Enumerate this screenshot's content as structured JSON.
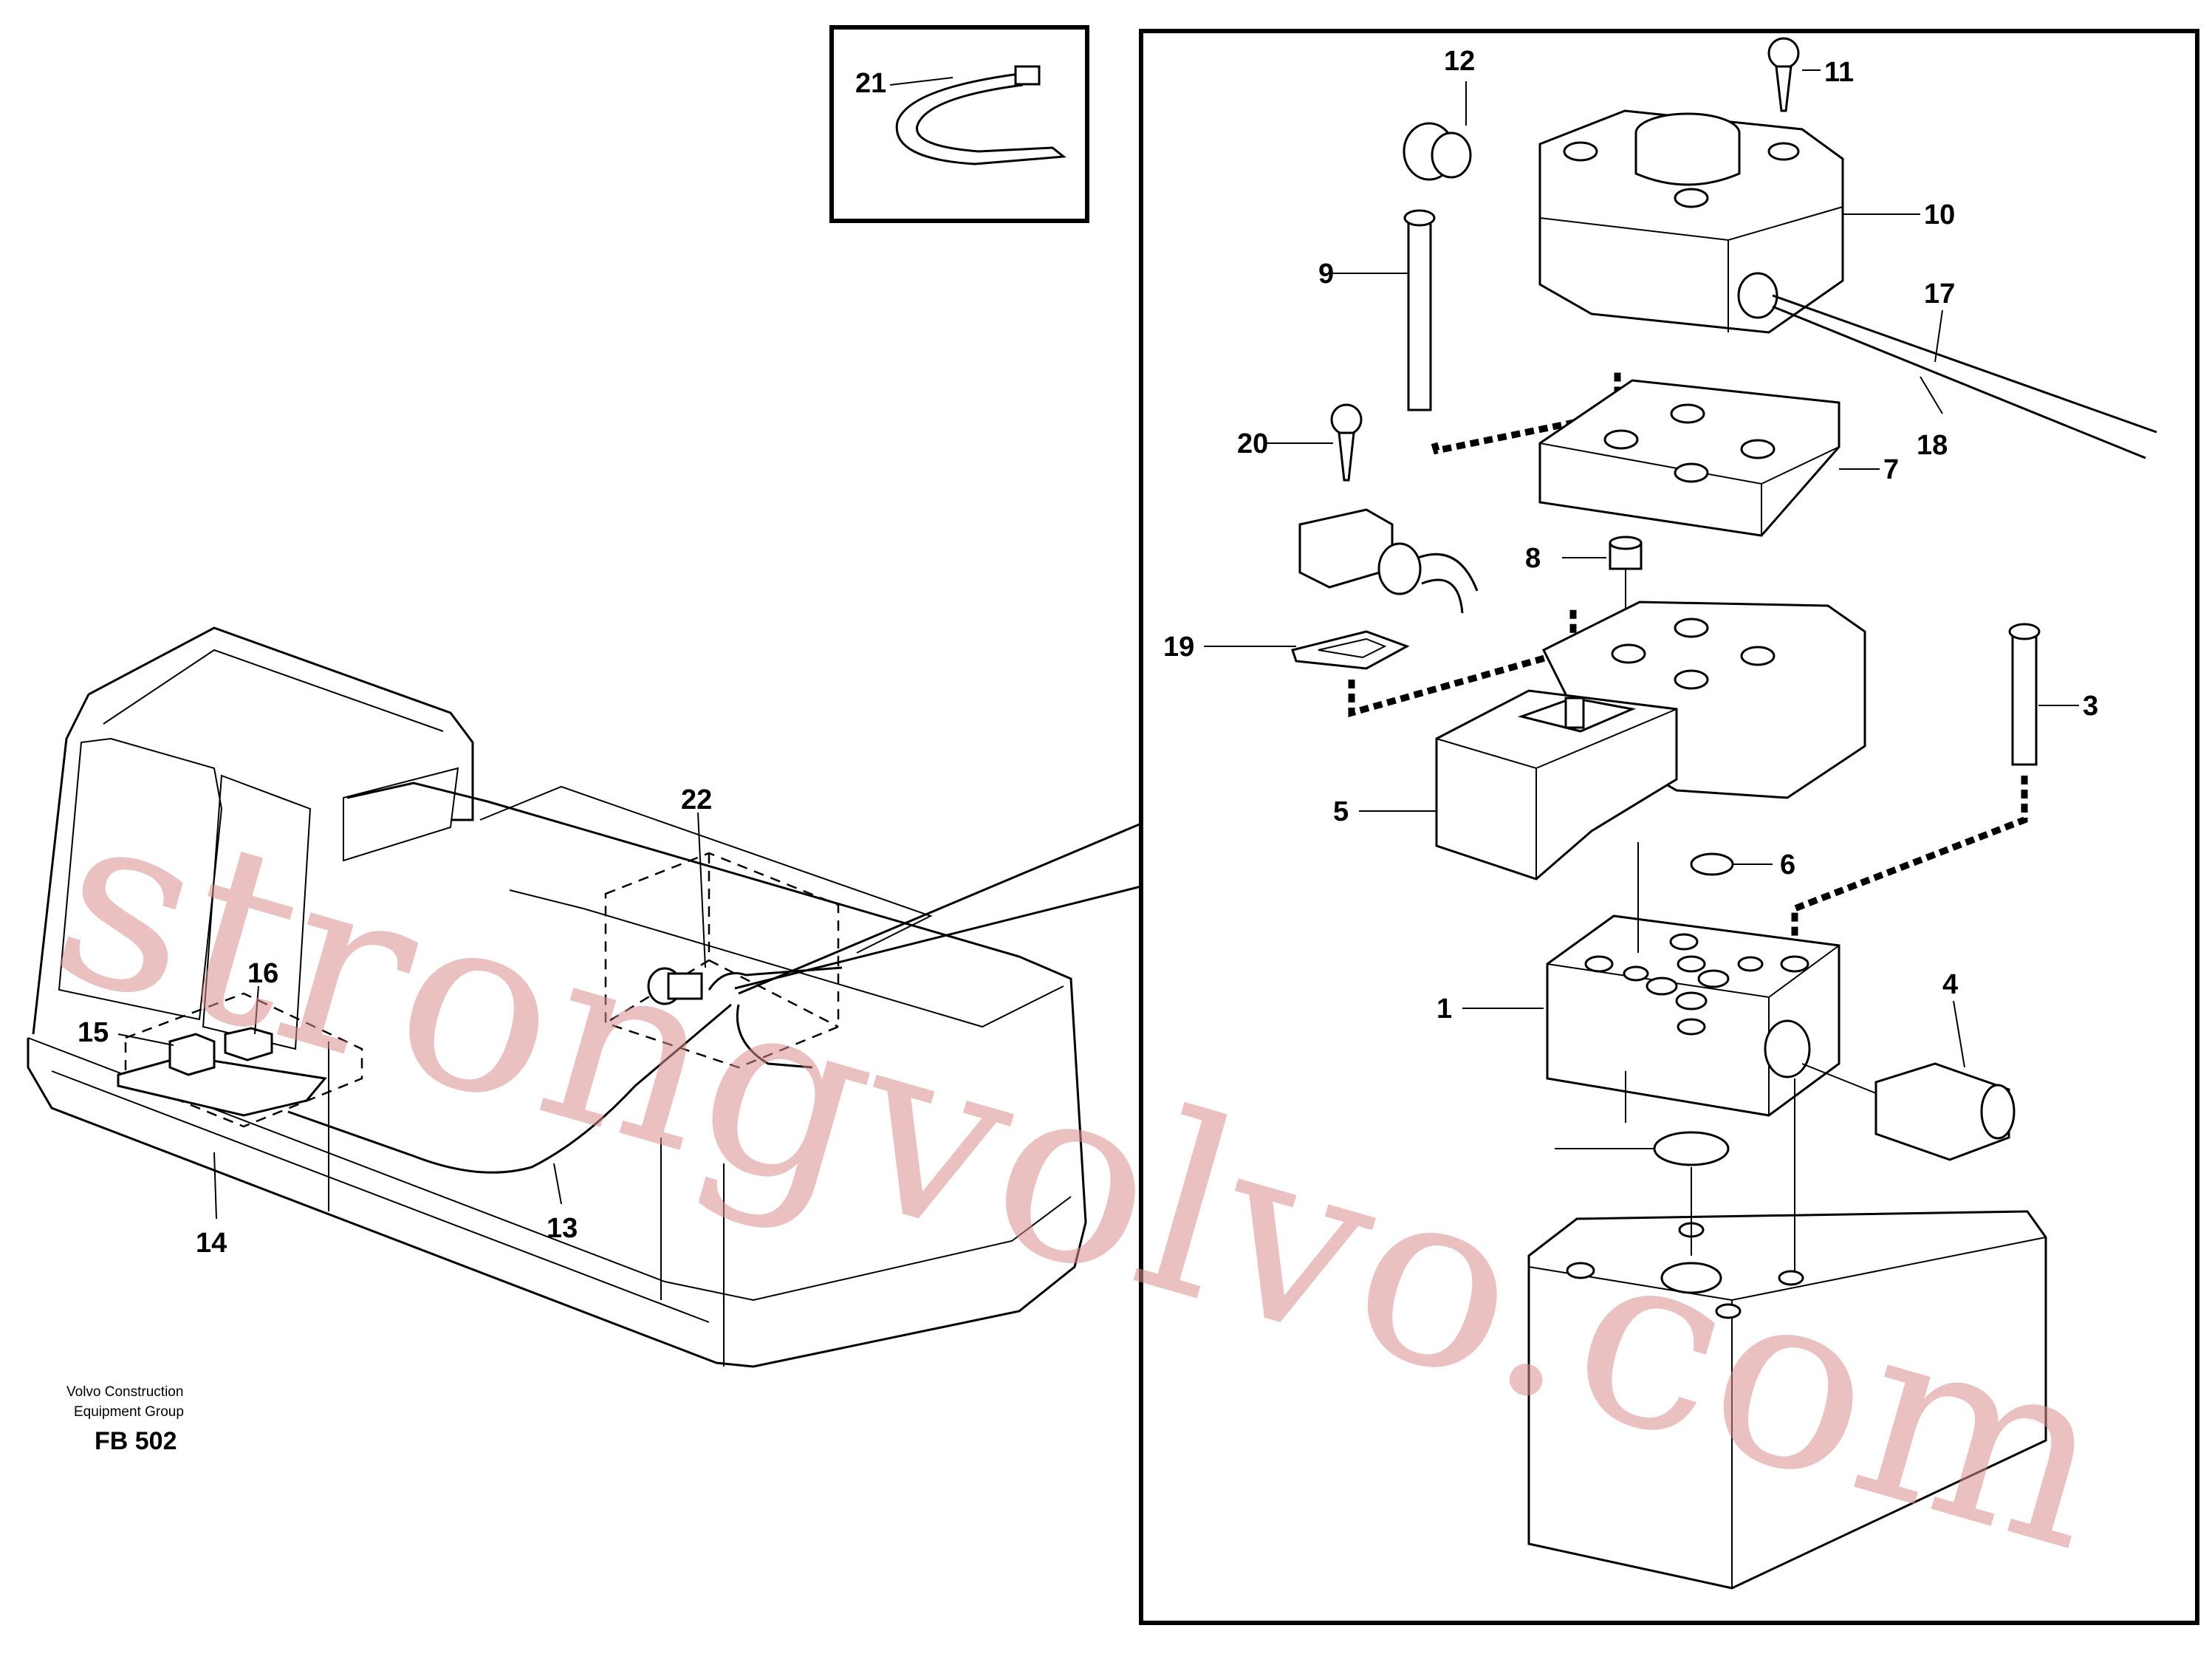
{
  "credit": {
    "line1": "Volvo Construction",
    "line2": "Equipment Group",
    "code": "FB 502"
  },
  "watermark": "strongvolvo.com",
  "callouts": {
    "c1": "1",
    "c3": "3",
    "c4": "4",
    "c5": "5",
    "c6": "6",
    "c7": "7",
    "c8": "8",
    "c9": "9",
    "c10": "10",
    "c11": "11",
    "c12": "12",
    "c13": "13",
    "c14": "14",
    "c15": "15",
    "c16": "16",
    "c17": "17",
    "c18": "18",
    "c19": "19",
    "c20": "20",
    "c21": "21",
    "c22": "22"
  },
  "colors": {
    "line": "#000000",
    "watermark": "#d98c8c",
    "background": "#ffffff"
  }
}
